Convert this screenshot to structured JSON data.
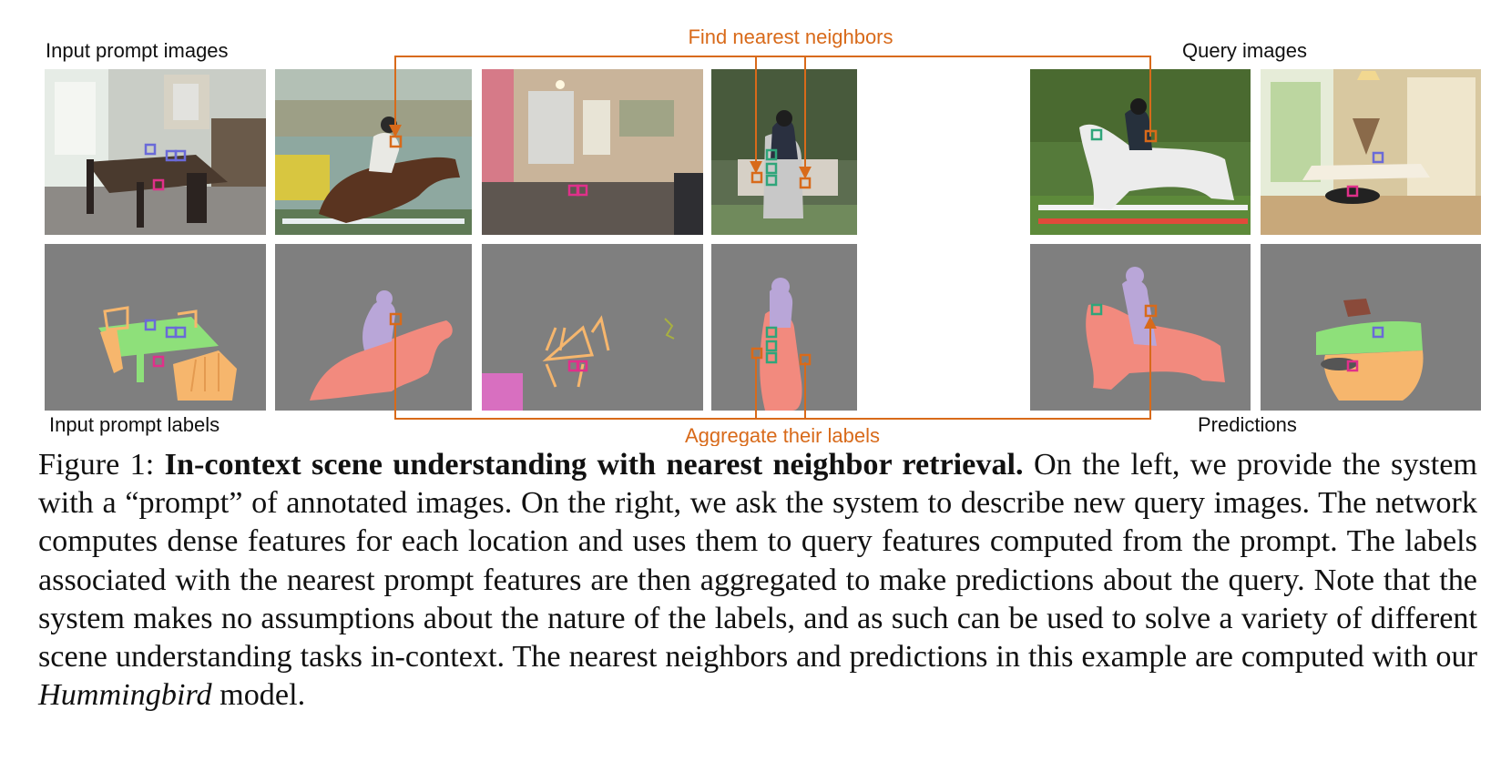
{
  "figure": {
    "labels": {
      "input_prompt_images": "Input prompt images",
      "query_images": "Query images",
      "input_prompt_labels": "Input prompt labels",
      "predictions": "Predictions",
      "find_nearest_neighbors": "Find nearest neighbors",
      "aggregate_their_labels": "Aggregate their labels"
    },
    "colors": {
      "accent_orange": "#d86a1a",
      "seg_background": "#7f7f7f",
      "table_green": "#8ee07a",
      "chair_orange": "#f6b66d",
      "person_lavender": "#b9a6d8",
      "horse_salmon": "#f28a7e",
      "misc_magenta": "#d86fc0",
      "marker_blue": "#6a6ad8",
      "marker_pink": "#e0308a",
      "marker_teal": "#2fa57a"
    }
  },
  "caption": {
    "label": "Figure 1:",
    "bold_title": "In-context scene understanding with nearest neighbor retrieval.",
    "text_before_model": "On the left, we provide the system with a “prompt” of annotated images. On the right, we ask the system to describe new query images. The network computes dense features for each location and uses them to query features computed from the prompt. The labels associated with the nearest prompt features are then aggregated to make predictions about the query. Note that the system makes no assumptions about the nature of the labels, and as such can be used to solve a variety of different scene understanding tasks in-context. The nearest neighbors and predictions in this example are computed with our",
    "model_name": "Hummingbird",
    "text_after_model": "model."
  }
}
